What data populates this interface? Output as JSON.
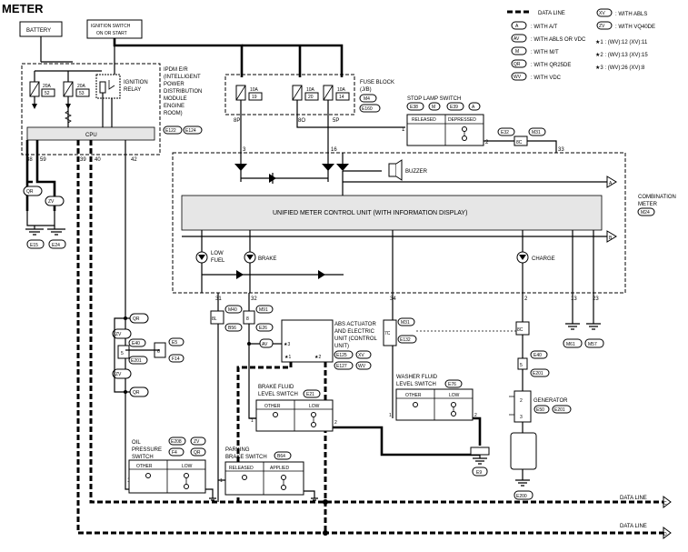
{
  "title": "METER",
  "legend": {
    "data_line": "DATA LINE",
    "items": [
      {
        "code": "A",
        "text": ": WITH A/T"
      },
      {
        "code": "AV",
        "text": ": WITH ABLS OR VDC"
      },
      {
        "code": "M",
        "text": ": WITH M/T"
      },
      {
        "code": "QR",
        "text": ": WITH QR25DE"
      },
      {
        "code": "WV",
        "text": ": WITH VDC"
      },
      {
        "code": "XV",
        "text": ": WITH ABLS"
      },
      {
        "code": "ZV",
        "text": ": WITH VQ40DE"
      }
    ],
    "notes": [
      "★1 : (WV):12 (XV):11",
      "★2 : (WV):13 (XV):15",
      "★3 : (WV):26 (XV):8"
    ]
  },
  "battery": "BATTERY",
  "ign_switch": [
    "IGNITION SWITCH",
    "ON OR START"
  ],
  "ipdm": {
    "label": [
      "IPDM E/R",
      "(INTELLIGENT",
      "POWER",
      "DISTRIBUTION",
      "MODULE",
      "ENGINE",
      "ROOM)"
    ],
    "conns": [
      "E122",
      "E124"
    ],
    "fuse1": [
      "20A",
      "52"
    ],
    "fuse2": [
      "20A",
      "53"
    ],
    "relay": [
      "IGNITION",
      "RELAY"
    ],
    "cpu": "CPU",
    "pins": [
      "38",
      "59",
      "39",
      "40",
      "42"
    ]
  },
  "fuse_block": {
    "label": [
      "FUSE BLOCK",
      "(J/B)"
    ],
    "conns": [
      "M4",
      "E160"
    ],
    "fuses": [
      [
        "10A",
        "19"
      ],
      [
        "10A",
        "20"
      ],
      [
        "10A",
        "14"
      ]
    ],
    "pins": [
      "8P",
      "8O",
      "5P"
    ]
  },
  "stop_lamp": {
    "label": "STOP LAMP SWITCH",
    "conns": [
      "E38",
      "M",
      "E39",
      "A"
    ],
    "cols": [
      "RELEASED",
      "DEPRESSED"
    ],
    "pins": [
      "1",
      "2"
    ]
  },
  "meter_conns": [
    "E32",
    "M31"
  ],
  "meter_pin8c": "8C",
  "pin_33": "33",
  "meter_pins_top": [
    "3",
    "16"
  ],
  "buzzer": "BUZZER",
  "combination_meter": [
    "COMBINATION",
    "METER"
  ],
  "combination_conn": "M24",
  "control_unit": "UNIFIED METER CONTROL UNIT (WITH INFORMATION DISPLAY)",
  "arrow_a": "A",
  "arrow_b": "B",
  "lamps": {
    "low_fuel": [
      "LOW",
      "FUEL"
    ],
    "brake": "BRAKE",
    "charge": "CHARGE"
  },
  "meter_pins_bottom": [
    "31",
    "32",
    "34",
    "2",
    "13",
    "23"
  ],
  "grounds_meter": [
    "M61",
    "M57"
  ],
  "ground_left": [
    "E15",
    "E24"
  ],
  "qr_zv_left": [
    "QR",
    "ZV"
  ],
  "mid_conns": [
    "8L",
    "M40",
    "B56",
    "8",
    "M91",
    "E26",
    "7C",
    "M31",
    "E132",
    "8C",
    "5",
    "E40",
    "E201"
  ],
  "abs": {
    "label": [
      "ABS ACTUATOR",
      "AND ELECTRIC",
      "UNIT (CONTROL",
      "UNIT)"
    ],
    "codes": [
      "E125",
      "XV",
      "E127",
      "WV"
    ],
    "stars": [
      "★3",
      "★1",
      "★2"
    ],
    "av": "AV"
  },
  "oil_conns": [
    "QR",
    "ZV",
    "E40",
    "5",
    "E201",
    "E5",
    "6",
    "F14",
    "ZV",
    "QR"
  ],
  "brake_fluid": {
    "label": [
      "BRAKE FLUID",
      "LEVEL SWITCH"
    ],
    "conn": "E21",
    "cols": [
      "OTHER",
      "LOW"
    ],
    "pins": [
      "1",
      "2"
    ]
  },
  "washer_fluid": {
    "label": [
      "WASHER FLUID",
      "LEVEL SWITCH"
    ],
    "conn": "E76",
    "cols": [
      "OTHER",
      "LOW"
    ],
    "pins": [
      "1",
      "2"
    ]
  },
  "oil_pressure": {
    "label": [
      "OIL",
      "PRESSURE",
      "SWITCH"
    ],
    "codes": [
      "E208",
      "ZV",
      "F4",
      "QR"
    ],
    "cols": [
      "OTHER",
      "LOW"
    ],
    "pin": "1"
  },
  "parking_brake": {
    "label": [
      "PARKING",
      "BRAKE SWITCH"
    ],
    "conn": "B64",
    "cols": [
      "RELEASED",
      "APPLIED"
    ],
    "pin": "1"
  },
  "generator": {
    "label": "GENERATOR",
    "conns": [
      "E50",
      "E201"
    ],
    "pins": [
      "2",
      "3"
    ]
  },
  "ground_e9": "E9",
  "ground_e200": "E200",
  "data_line": "DATA LINE",
  "arrow_c": "C",
  "arrow_d": "D"
}
